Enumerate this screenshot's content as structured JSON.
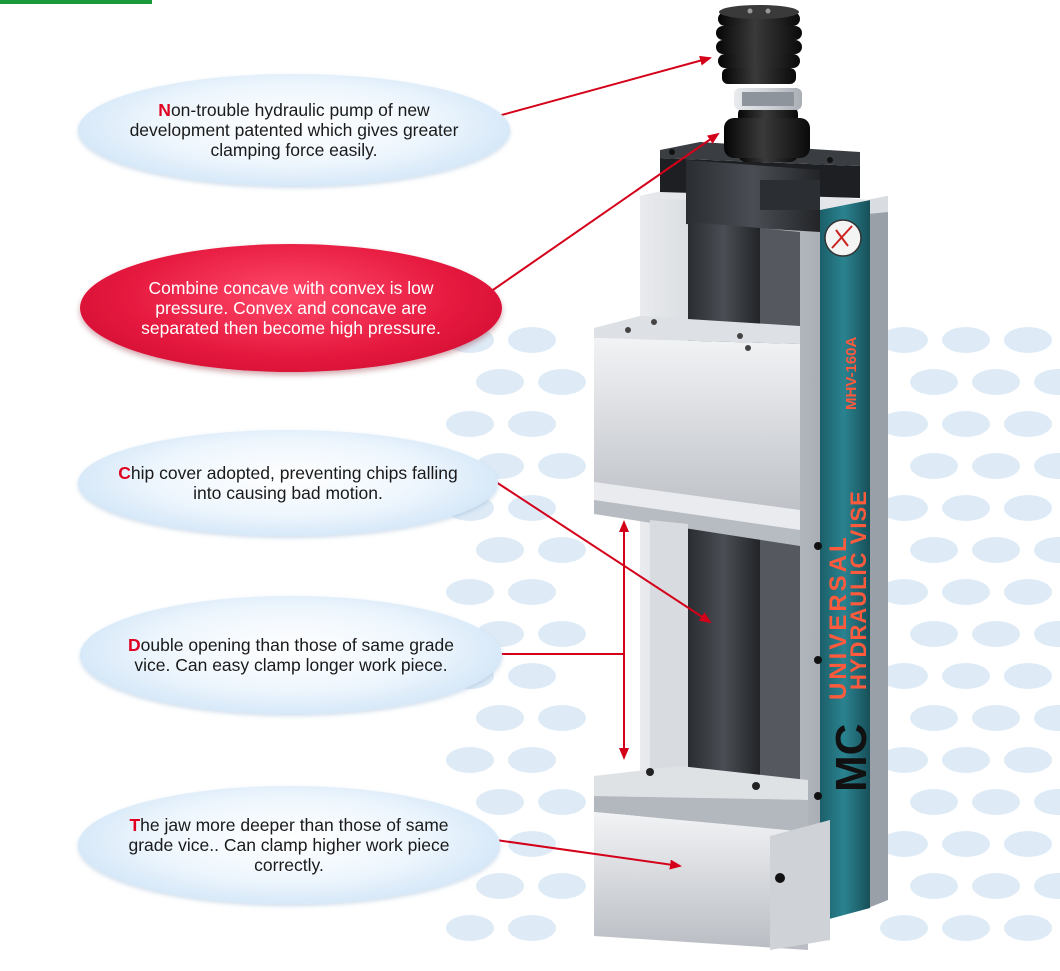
{
  "callouts": [
    {
      "initial": "N",
      "text": "on-trouble hydraulic pump of new development patented which gives greater clamping force easily.",
      "style": "blue"
    },
    {
      "initial": "",
      "text": "Combine concave with convex is low pressure. Convex and concave are separated then become high pressure.",
      "style": "red"
    },
    {
      "initial": "C",
      "text": "hip cover adopted, preventing chips falling into causing bad motion.",
      "style": "blue"
    },
    {
      "initial": "D",
      "text": "ouble opening than those of same grade vice. Can easy clamp longer work piece.",
      "style": "blue"
    },
    {
      "initial": "T",
      "text": "he jaw more deeper than those of same grade vice.. Can clamp higher work piece correctly.",
      "style": "blue"
    }
  ],
  "vise": {
    "brand": "MC",
    "label_line1": "UNIVERSAL",
    "label_line2": "HYDRAULIC VISE",
    "model": "MHV-160A"
  },
  "colors": {
    "accent_red": "#e00022",
    "arrow_red": "#d4001a",
    "callout_blue": "#cfe4f7",
    "callout_red": "#e6193f",
    "vise_body_teal": "#1f6f7a",
    "steel": "#c9ccd1",
    "top_tab_green": "#1a9a3a"
  }
}
